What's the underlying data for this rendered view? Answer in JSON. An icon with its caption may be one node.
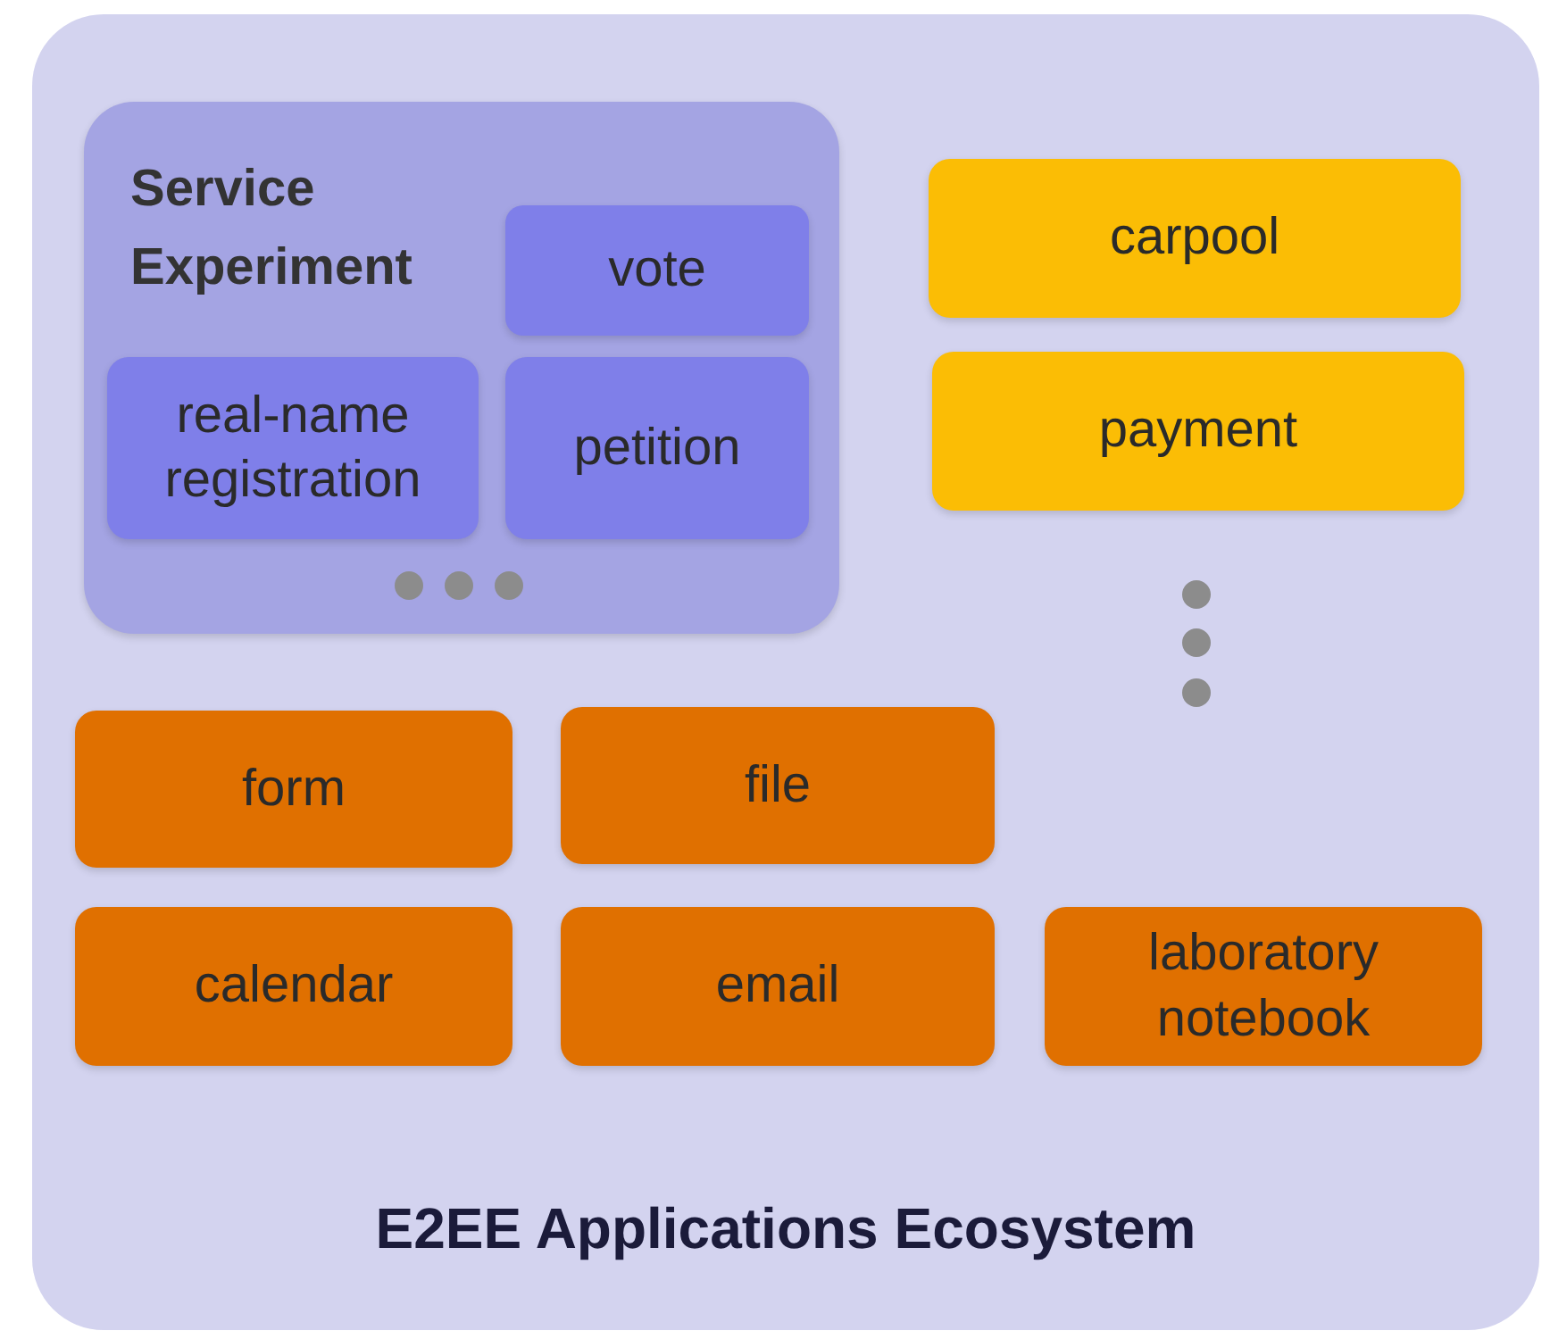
{
  "diagram": {
    "nodes": [
      {
        "text": [
          "E2EE Applications Ecosystem"
        ]
      },
      {
        "text": [
          "Service Experiment"
        ],
        "in": 0
      },
      {
        "text": [
          "vote"
        ],
        "in": 1
      },
      {
        "text": [
          "real-name registration"
        ],
        "in": 1
      },
      {
        "text": [
          "petition"
        ],
        "in": 1
      },
      {
        "text": [
          "carpool"
        ],
        "in": 0
      },
      {
        "text": [
          "payment"
        ],
        "in": 0
      },
      {
        "text": [
          "form"
        ],
        "in": 0
      },
      {
        "text": [
          "file"
        ],
        "in": 0
      },
      {
        "text": [
          "calendar"
        ],
        "in": 0
      },
      {
        "text": [
          "email"
        ],
        "in": 0
      },
      {
        "text": [
          "laboratory notebook"
        ],
        "in": 0
      }
    ],
    "edges": []
  }
}
